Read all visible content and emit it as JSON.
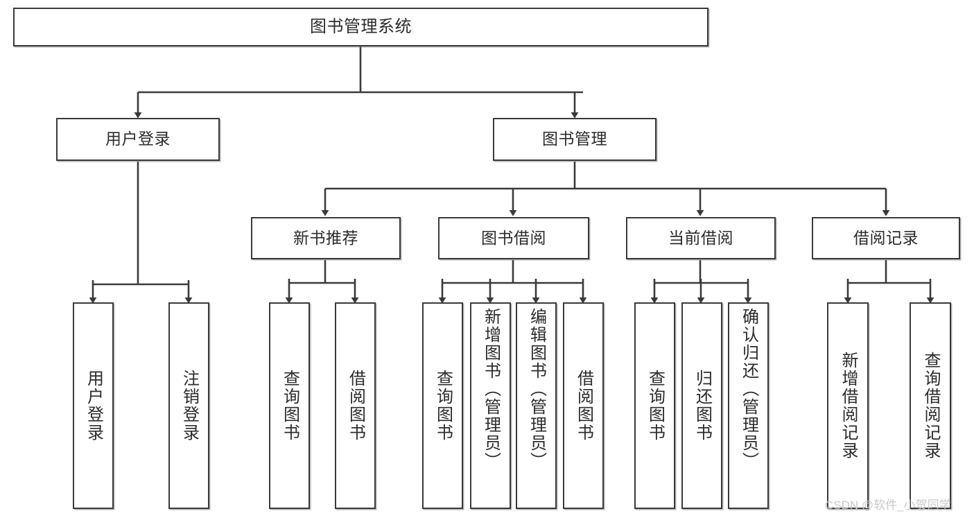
{
  "diagram": {
    "title": "图书管理系统",
    "type": "tree-hierarchy",
    "background": "#ffffff",
    "node_border_color": "#3a3a3a",
    "text_color": "#2b2b2b",
    "levels": {
      "root": {
        "label": "图书管理系统"
      },
      "level2": [
        {
          "id": "user-login",
          "label": "用户登录"
        },
        {
          "id": "book-manage",
          "label": "图书管理"
        }
      ],
      "level3": [
        {
          "id": "new-book-recommend",
          "label": "新书推荐"
        },
        {
          "id": "book-borrow",
          "label": "图书借阅"
        },
        {
          "id": "current-borrow",
          "label": "当前借阅"
        },
        {
          "id": "borrow-record",
          "label": "借阅记录"
        }
      ],
      "leaves": {
        "user-login": [
          {
            "id": "leaf-user-login",
            "label": "用户登录"
          },
          {
            "id": "leaf-user-logout",
            "label": "注销登录"
          }
        ],
        "new-book-recommend": [
          {
            "id": "leaf-query-book-1",
            "label": "查询图书"
          },
          {
            "id": "leaf-borrow-book-1",
            "label": "借阅图书"
          }
        ],
        "book-borrow": [
          {
            "id": "leaf-query-book-2",
            "label": "查询图书"
          },
          {
            "id": "leaf-add-book",
            "label": "新增图书（管理员）"
          },
          {
            "id": "leaf-edit-book",
            "label": "编辑图书（管理员）"
          },
          {
            "id": "leaf-borrow-book-2",
            "label": "借阅图书"
          }
        ],
        "current-borrow": [
          {
            "id": "leaf-query-book-3",
            "label": "查询图书"
          },
          {
            "id": "leaf-return-book",
            "label": "归还图书"
          },
          {
            "id": "leaf-confirm-return",
            "label": "确认归还（管理员）"
          }
        ],
        "borrow-record": [
          {
            "id": "leaf-add-record",
            "label": "新增借阅记录"
          },
          {
            "id": "leaf-query-record",
            "label": "查询借阅记录"
          }
        ]
      }
    },
    "watermark": "CSDN @软件_小贺同学"
  }
}
